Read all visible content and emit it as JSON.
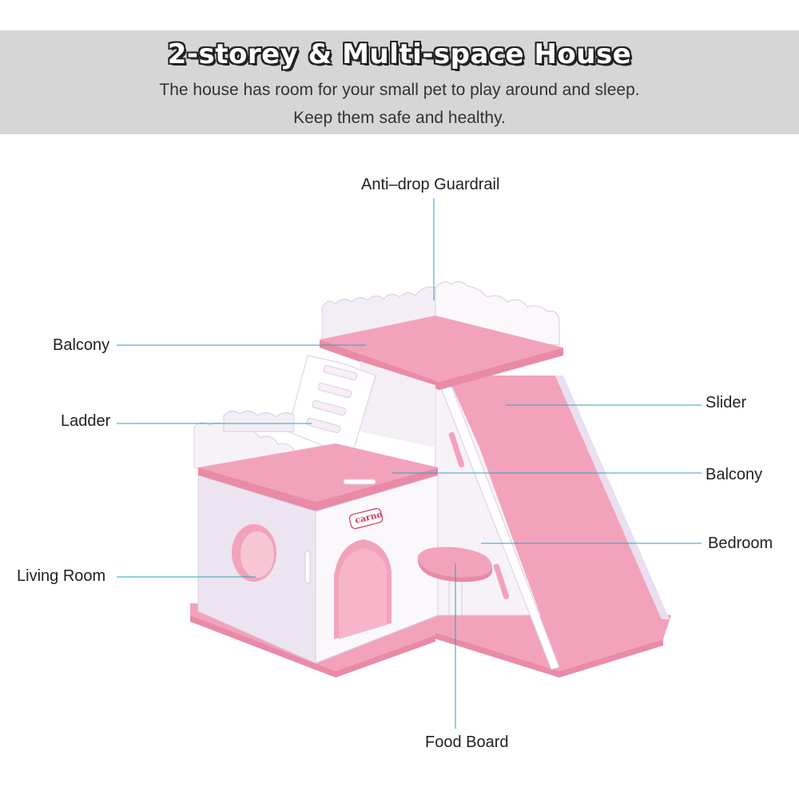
{
  "banner": {
    "title": "2-storey & Multi-space House",
    "subtitle_line1": "The house has room for your small pet to play around and sleep.",
    "subtitle_line2": "Keep them safe and healthy."
  },
  "labels": {
    "guardrail": "Anti–drop Guardrail",
    "balcony_top": "Balcony",
    "ladder": "Ladder",
    "living_room": "Living Room",
    "slider": "Slider",
    "balcony_right": "Balcony",
    "bedroom": "Bedroom",
    "food_board": "Food Board"
  },
  "brand_tag": "carno",
  "colors": {
    "pink": "#f2a3bb",
    "pink_dark": "#e98aa6",
    "white_panel": "#f7f2f7",
    "lavender_edge": "#d9cde2",
    "leader": "#2aa3bf",
    "banner_bg": "#d6d6d6"
  }
}
